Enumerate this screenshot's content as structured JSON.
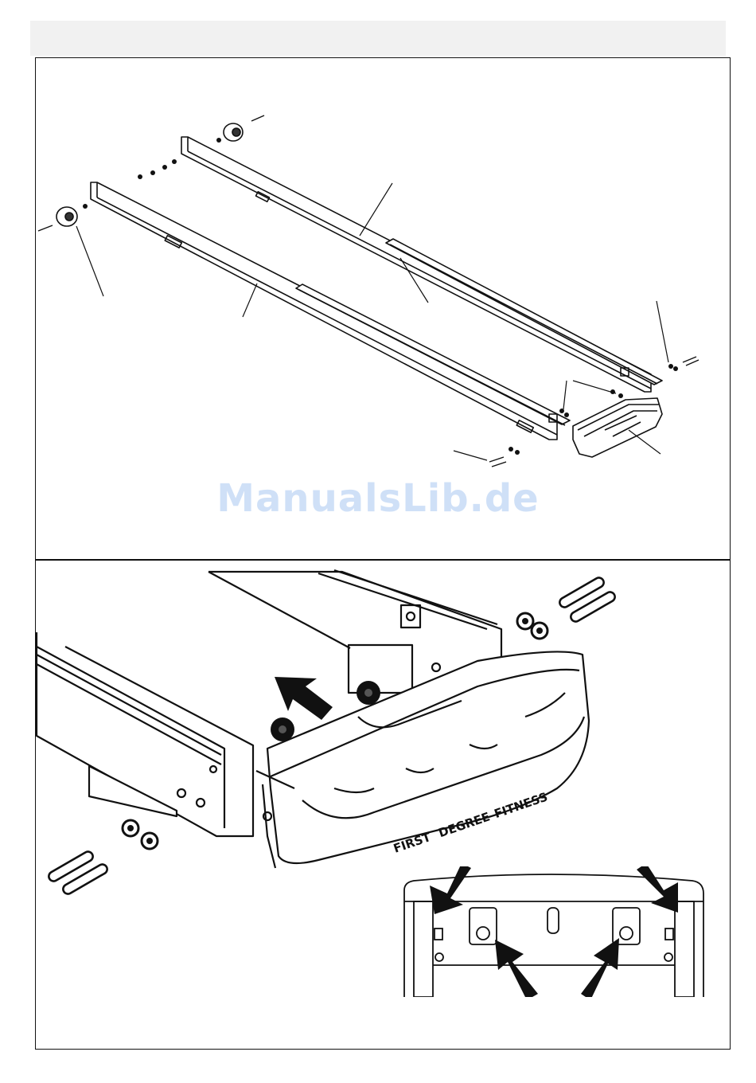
{
  "watermark": {
    "text": "ManualsLib.de"
  },
  "brand": {
    "part1": "FIRST",
    "part2": "DEGREE",
    "part3": "FITNESS"
  },
  "colors": {
    "line": "#111111",
    "watermark": "#cfe0f7",
    "header_band": "#f1f1f1"
  },
  "icons": [
    "roller-icon",
    "bolt-icon",
    "washer-icon",
    "nut-icon",
    "arrow-icon",
    "end-cap-icon"
  ]
}
